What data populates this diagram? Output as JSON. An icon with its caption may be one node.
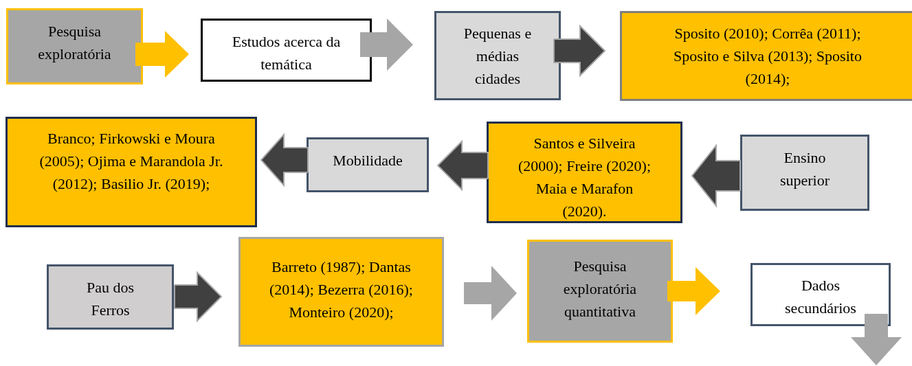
{
  "diagram": {
    "nodes": [
      {
        "text": [
          "Pesquisa exploratória"
        ]
      },
      {
        "text": [
          "Estudos acerca da temática"
        ]
      },
      {
        "text": [
          "Pequenas e médias cidades"
        ]
      },
      {
        "text": [
          "Sposito (2010); Corrêa (2011); Sposito e Silva (2013); Sposito (2014);"
        ]
      },
      {
        "text": [
          "Branco; Firkowski e Moura (2005); Ojima e Marandola Jr. (2012); Basilio Jr. (2019);"
        ]
      },
      {
        "text": [
          "Mobilidade"
        ]
      },
      {
        "text": [
          "Santos e Silveira (2000); Freire (2020); Maia e Marafon (2020)."
        ]
      },
      {
        "text": [
          "Ensino superior"
        ]
      },
      {
        "text": [
          "Pau dos Ferros"
        ]
      },
      {
        "text": [
          "Barreto (1987); Dantas (2014); Bezerra (2016); Monteiro (2020);"
        ]
      },
      {
        "text": [
          "Pesquisa exploratória quantitativa"
        ]
      },
      {
        "text": [
          "Dados secundários"
        ]
      }
    ],
    "edges": [
      {
        "from": 0,
        "to": 1,
        "arrow": "to",
        "style": "thick",
        "color": "#ffc000"
      },
      {
        "from": 1,
        "to": 2,
        "arrow": "to",
        "style": "thick",
        "color": "#a6a6a6"
      },
      {
        "from": 2,
        "to": 3,
        "arrow": "to",
        "style": "thick"
      },
      {
        "from": 7,
        "to": 6,
        "arrow": "to",
        "style": "thick"
      },
      {
        "from": 6,
        "to": 5,
        "arrow": "to",
        "style": "thick"
      },
      {
        "from": 5,
        "to": 4,
        "arrow": "to",
        "style": "thick"
      },
      {
        "from": 8,
        "to": 9,
        "arrow": "to",
        "style": "thick"
      },
      {
        "from": 9,
        "to": 10,
        "arrow": "to",
        "style": "thick",
        "color": "#a6a6a6"
      },
      {
        "from": 10,
        "to": 11,
        "arrow": "to",
        "style": "thick",
        "color": "#ffc000"
      },
      {
        "from": 11,
        "to": null,
        "arrow": "to",
        "style": "thick",
        "color": "#a6a6a6"
      }
    ]
  }
}
